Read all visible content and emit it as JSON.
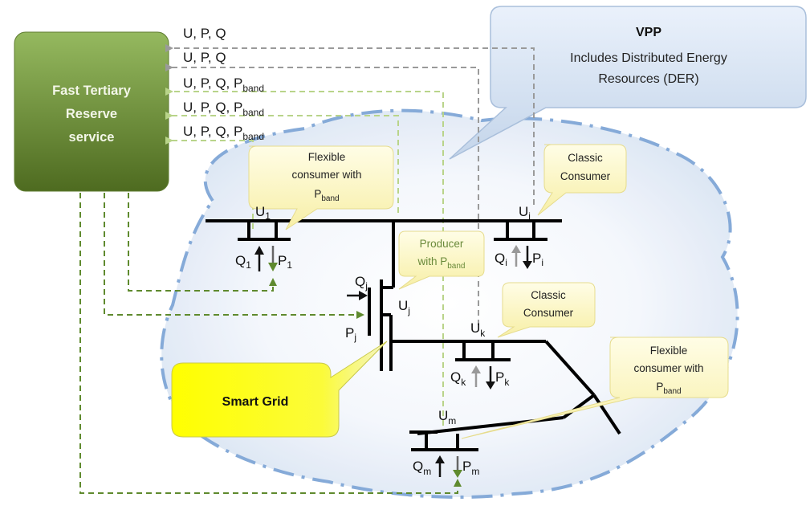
{
  "service_box": {
    "line1": "Fast Tertiary",
    "line2": "Reserve",
    "line3": "service"
  },
  "signal_labels": [
    {
      "main": "U, P, Q",
      "sub": ""
    },
    {
      "main": "U, P, Q",
      "sub": ""
    },
    {
      "main": "U, P, Q, P",
      "sub": "band"
    },
    {
      "main": "U, P, Q, P",
      "sub": "band"
    },
    {
      "main": "U, P, Q, P",
      "sub": "band"
    }
  ],
  "vpp": {
    "title": "VPP",
    "line1": "Includes Distributed Energy",
    "line2": "Resources (DER)"
  },
  "callouts": {
    "flex1": {
      "line1": "Flexible",
      "line2": "consumer with",
      "p": "P",
      "sub": "band"
    },
    "classic1": {
      "line1": "Classic",
      "line2": "Consumer"
    },
    "producer": {
      "line1": "Producer",
      "line2": "with P",
      "sub": "band"
    },
    "classic2": {
      "line1": "Classic",
      "line2": "Consumer"
    },
    "flex2": {
      "line1": "Flexible",
      "line2": "consumer with",
      "p": "P",
      "sub": "band"
    }
  },
  "smart_grid": "Smart Grid",
  "bus_labels": {
    "u1": {
      "main": "U",
      "sub": "1"
    },
    "ui": {
      "main": "U",
      "sub": "i"
    },
    "uj": {
      "main": "U",
      "sub": "j"
    },
    "uk": {
      "main": "U",
      "sub": "k"
    },
    "um": {
      "main": "U",
      "sub": "m"
    }
  },
  "flow_labels": {
    "q1": {
      "main": "Q",
      "sub": "1"
    },
    "p1": {
      "main": "P",
      "sub": "1"
    },
    "qi": {
      "main": "Q",
      "sub": "i"
    },
    "pi": {
      "main": "P",
      "sub": "i"
    },
    "qj": {
      "main": "Q",
      "sub": "j"
    },
    "pj": {
      "main": "P",
      "sub": "j"
    },
    "qk": {
      "main": "Q",
      "sub": "k"
    },
    "pk": {
      "main": "P",
      "sub": "k"
    },
    "qm": {
      "main": "Q",
      "sub": "m"
    },
    "pm": {
      "main": "P",
      "sub": "m"
    }
  },
  "colors": {
    "service_top": "#8fb35a",
    "service_bottom": "#4f6d22",
    "dashed_grey": "#9a9a9a",
    "dashed_green": "#5f8a2e",
    "light_green": "#b9d48a",
    "vpp_cloud": "#7fa6d6",
    "callout_fill": "#fdf8c2",
    "smart_grid_yellow": "#ffff00"
  }
}
